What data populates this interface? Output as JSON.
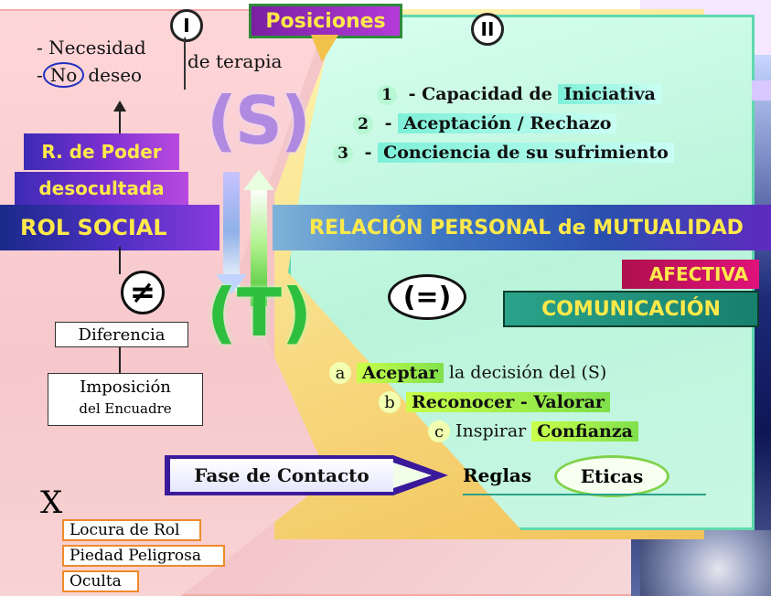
{
  "header": {
    "posiciones": "Posiciones",
    "roman_1": "I",
    "roman_2": "II"
  },
  "left_top": {
    "necesidad": "- Necesidad",
    "no_prefix": "-",
    "no_word": "No",
    "deseo": "deseo",
    "de_terapia": "de terapia"
  },
  "poder": {
    "line1": "R. de Poder",
    "line2": "desocultada"
  },
  "bands": {
    "rol_social": "ROL SOCIAL",
    "relacion": "RELACIÓN PERSONAL de MUTUALIDAD",
    "afectiva": "AFECTIVA",
    "comunicacion": "COMUNICACIÓN"
  },
  "letters": {
    "s": "(S)",
    "t": "(T)",
    "neq": "≠",
    "eq": "(=)"
  },
  "capacidades": [
    {
      "num": "1",
      "sep": " - ",
      "pre": "Capacidad de ",
      "hl": "Iniciativa"
    },
    {
      "num": "2",
      "sep": " - ",
      "pre": "",
      "hl": "Aceptación / Rechazo"
    },
    {
      "num": "3",
      "sep": " - ",
      "pre": "",
      "hl": "Conciencia de su sufrimiento"
    }
  ],
  "left_mid": {
    "diferencia": "Diferencia",
    "imposicion": "Imposición",
    "encuadre": "del Encuadre"
  },
  "acciones": [
    {
      "letter": "a",
      "hl": "Aceptar",
      "rest": " la decisión del (S)"
    },
    {
      "letter": "b",
      "hl": "Reconocer - Valorar",
      "rest": ""
    },
    {
      "letter": "c",
      "pre": "Inspirar ",
      "hl": "Confianza"
    }
  ],
  "fase": {
    "label": "Fase de Contacto",
    "reglas": "Reglas",
    "eticas": "Eticas"
  },
  "bottom": {
    "cross": "X",
    "items": [
      "Locura de Rol",
      "Piedad Peligrosa",
      "Oculta"
    ]
  }
}
